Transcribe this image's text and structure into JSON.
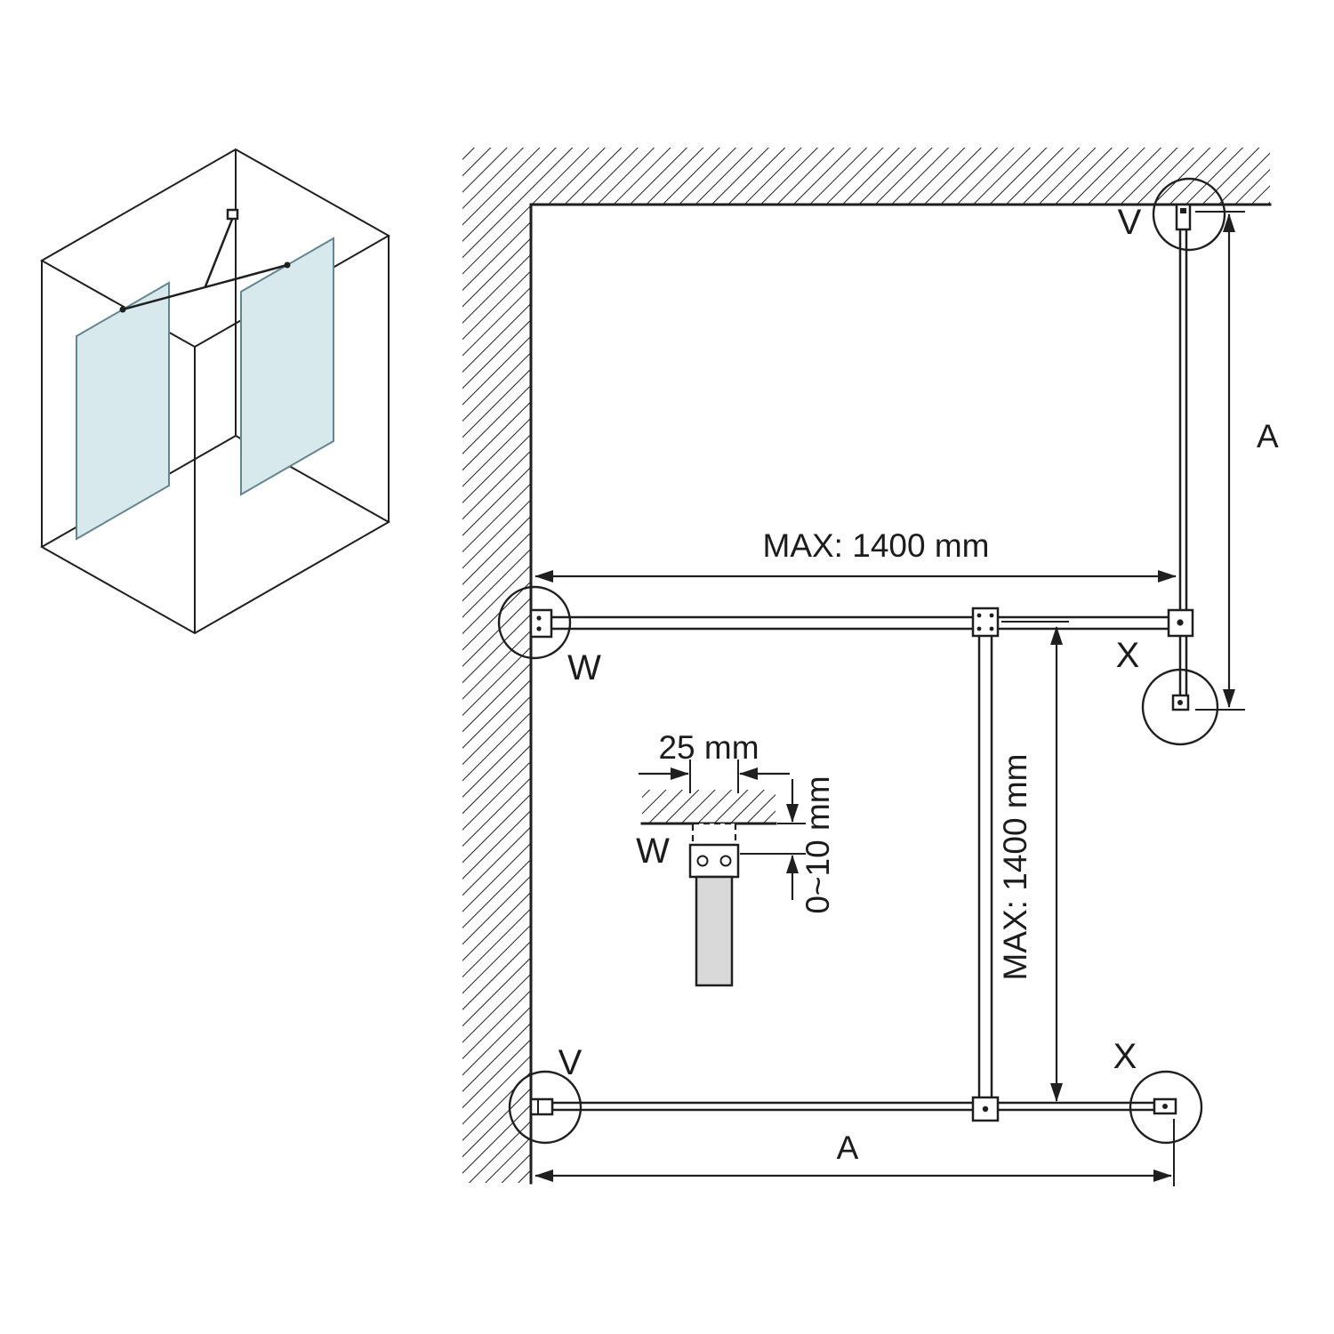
{
  "labels": {
    "max_width_top": "MAX: 1400 mm",
    "max_width_vertical": "MAX: 1400 mm",
    "length_a_right": "A",
    "length_a_bottom": "A",
    "callout_v_top_right": "V",
    "callout_x_right": "X",
    "callout_w_left": "W",
    "callout_v_bottom_left": "V",
    "callout_x_bottom_right": "X"
  },
  "detail": {
    "width_label": "25 mm",
    "gap_label": "0~10 mm",
    "bracket_label": "W"
  },
  "colors": {
    "line": "#1f1f1f",
    "glass_fill": "#d8e9ee",
    "glass_stroke": "#64868f",
    "detail_glass_fill": "#d9d9d9",
    "background": "#ffffff"
  }
}
